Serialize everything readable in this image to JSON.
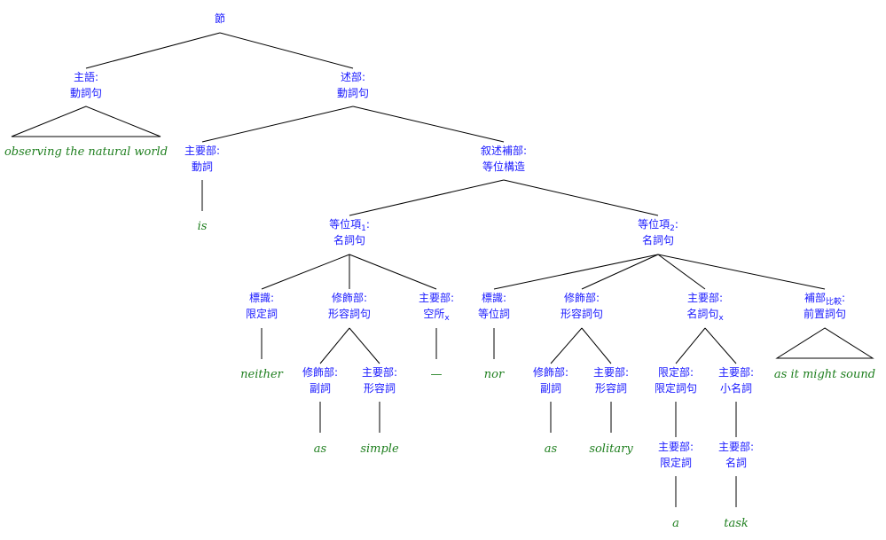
{
  "nodes": {
    "clause": [
      "節"
    ],
    "subj": [
      "主語:",
      "動詞句"
    ],
    "pred": [
      "述部:",
      "動詞句"
    ],
    "pred_head": [
      "主要部:",
      "動詞"
    ],
    "pred_comp": [
      "叙述補部:",
      "等位構造"
    ],
    "coord1": [
      "等位項",
      "名詞句"
    ],
    "coord1_sub": "1",
    "coord2": [
      "等位項",
      "名詞句"
    ],
    "coord2_sub": "2",
    "c1_marker": [
      "標識:",
      "限定詞"
    ],
    "c1_mod": [
      "修飾部:",
      "形容詞句"
    ],
    "c1_head": [
      "主要部:",
      "空所"
    ],
    "c1_head_sub": "x",
    "c1_mod_mod": [
      "修飾部:",
      "副詞"
    ],
    "c1_mod_head": [
      "主要部:",
      "形容詞"
    ],
    "c2_marker": [
      "標識:",
      "等位詞"
    ],
    "c2_mod": [
      "修飾部:",
      "形容詞句"
    ],
    "c2_head": [
      "主要部:",
      "名詞句"
    ],
    "c2_head_sub": "x",
    "c2_comp": [
      "補部",
      "前置詞句"
    ],
    "c2_comp_sub": "比較",
    "c2_mod_mod": [
      "修飾部:",
      "副詞"
    ],
    "c2_mod_head": [
      "主要部:",
      "形容詞"
    ],
    "c2_det": [
      "限定部:",
      "限定詞句"
    ],
    "c2_nom": [
      "主要部:",
      "小名詞"
    ],
    "c2_det_head": [
      "主要部:",
      "限定詞"
    ],
    "c2_nom_head": [
      "主要部:",
      "名詞"
    ]
  },
  "leaves": {
    "subj": "observing the natural world",
    "verb": "is",
    "neither": "neither",
    "as1": "as",
    "simple": "simple",
    "gap": "—",
    "nor": "nor",
    "as2": "as",
    "solitary": "solitary",
    "a": "a",
    "task": "task",
    "comp": "as it might sound"
  },
  "colors": {
    "label": "#1a1aff",
    "leaf": "#1f7f1f",
    "line": "#000000"
  }
}
